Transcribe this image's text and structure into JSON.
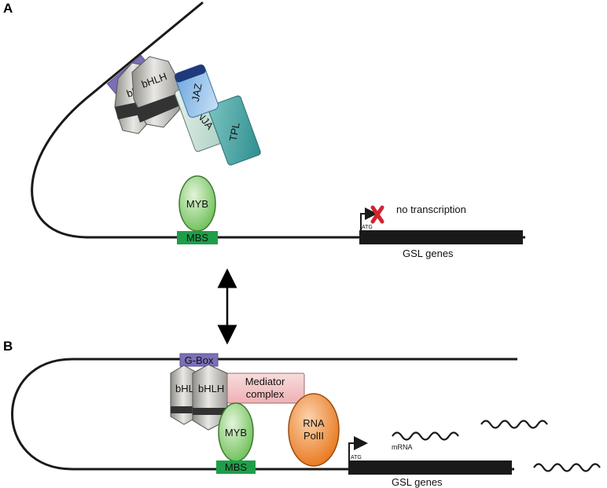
{
  "panel_a": {
    "label": "A",
    "gbox": "G-Box",
    "bhlh_back": "bHL",
    "bhlh_front": "bHLH",
    "jaz": "JAZ",
    "ninja": "NINJA",
    "tpl": "TPL",
    "myb": "MYB",
    "mbs": "MBS",
    "atg": "ATG",
    "status": "no transcription",
    "genes": "GSL genes"
  },
  "panel_b": {
    "label": "B",
    "gbox": "G-Box",
    "bhlh_back": "bHL",
    "bhlh_front": "bHLH",
    "mediator_line1": "Mediator",
    "mediator_line2": "complex",
    "rna_line1": "RNA",
    "rna_line2": "PolII",
    "myb": "MYB",
    "mbs": "MBS",
    "atg": "ATG",
    "mrna": "mRNA",
    "genes": "GSL genes"
  },
  "colors": {
    "gbox": "#7b6fb8",
    "bhlh": "#c9c8c3",
    "jaz": "#8fbde8",
    "jaz_band": "#1f3a7a",
    "ninja": "#cfe3da",
    "tpl": "#4aa7a7",
    "myb": "#8fcf78",
    "mbs": "#1f9e4a",
    "mediator": "#f4c7c9",
    "rna_polii": "#f0882a",
    "repression_x": "#d3232e",
    "dna": "#1a1a1a"
  }
}
